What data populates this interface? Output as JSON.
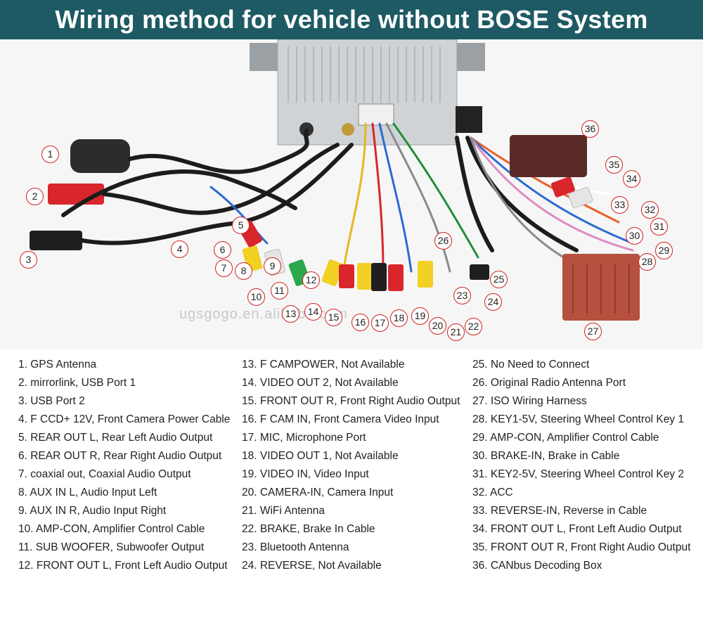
{
  "title": "Wiring method for vehicle without BOSE System",
  "watermark": "ugsgogo.en.alibaba.com",
  "callouts": [
    "1",
    "2",
    "3",
    "4",
    "5",
    "6",
    "7",
    "8",
    "9",
    "10",
    "11",
    "12",
    "13",
    "14",
    "15",
    "16",
    "17",
    "18",
    "19",
    "20",
    "21",
    "22",
    "23",
    "24",
    "25",
    "26",
    "27",
    "28",
    "29",
    "30",
    "31",
    "32",
    "33",
    "34",
    "35",
    "36"
  ],
  "legend": {
    "col1": [
      "1. GPS Antenna",
      "2. mirrorlink, USB Port 1",
      "3. USB Port 2",
      "4. F CCD+ 12V, Front Camera Power Cable",
      "5. REAR OUT L, Rear Left Audio Output",
      "6. REAR OUT R, Rear Right Audio Output",
      "7. coaxial out, Coaxial Audio Output",
      "8. AUX IN L, Audio Input Left",
      "9. AUX IN R, Audio Input Right",
      "10. AMP-CON, Amplifier Control Cable",
      "11. SUB WOOFER, Subwoofer Output",
      "12. FRONT OUT L, Front Left Audio Output"
    ],
    "col2": [
      "13. F CAMPOWER, Not Available",
      "14. VIDEO OUT 2, Not Available",
      "15. FRONT OUT R, Front Right Audio Output",
      "16. F CAM IN, Front Camera Video Input",
      "17. MIC, Microphone Port",
      "18. VIDEO OUT 1, Not Available",
      "19. VIDEO IN, Video Input",
      "20. CAMERA-IN, Camera Input",
      "21. WiFi Antenna",
      "22. BRAKE, Brake In Cable",
      "23. Bluetooth Antenna",
      "24. REVERSE, Not Available"
    ],
    "col3": [
      "25. No Need to Connect",
      "26. Original Radio Antenna Port",
      "27. ISO Wiring Harness",
      "28. KEY1-5V, Steering Wheel Control Key 1",
      "29. AMP-CON, Amplifier Control Cable",
      "30. BRAKE-IN, Brake in Cable",
      "31. KEY2-5V, Steering Wheel Control Key 2",
      "32. ACC",
      "33. REVERSE-IN, Reverse in Cable",
      "34. FRONT OUT L, Front Left Audio Output",
      "35. FRONT OUT R, Front Right Audio Output",
      "36. CANbus Decoding Box"
    ]
  }
}
